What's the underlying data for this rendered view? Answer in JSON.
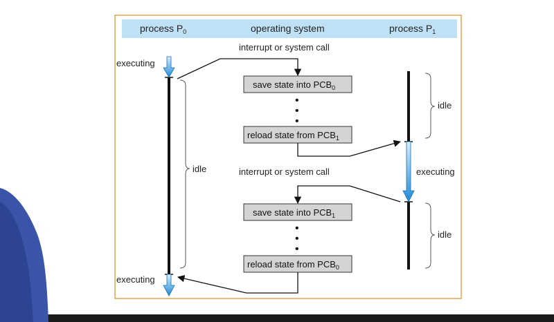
{
  "columns": {
    "p0": {
      "name": "process P",
      "sub": "0"
    },
    "os": {
      "name": "operating system"
    },
    "p1": {
      "name": "process P",
      "sub": "1"
    }
  },
  "labels": {
    "executing": "executing",
    "idle": "idle",
    "interrupt": "interrupt or system call",
    "save_state": "save state into PCB",
    "reload_state": "reload state from PCB",
    "dot": "•"
  },
  "pcb": {
    "save_top": "0",
    "reload_top": "1",
    "save_bottom": "1",
    "reload_bottom": "0"
  },
  "colors": {
    "header_band": "#bfe1f5",
    "frame_border": "#e6a24a",
    "box_fill": "#d4d4d4",
    "exec_arrow_top": "#d6efff",
    "exec_arrow_bottom": "#1f8ad6"
  }
}
